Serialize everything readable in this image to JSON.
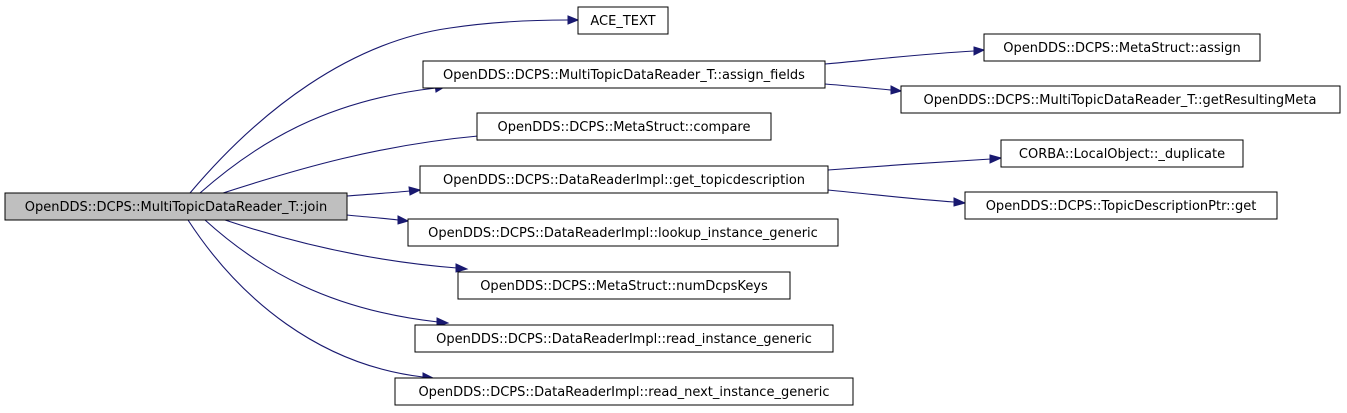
{
  "graph": {
    "edge_color": "#191970",
    "root_fill": "#bfbfbf",
    "node_fill": "#ffffff",
    "nodes": [
      {
        "id": "join",
        "label": "OpenDDS::DCPS::MultiTopicDataReader_T::join"
      },
      {
        "id": "ace_text",
        "label": "ACE_TEXT"
      },
      {
        "id": "assign_fields",
        "label": "OpenDDS::DCPS::MultiTopicDataReader_T::assign_fields"
      },
      {
        "id": "metastruct_assign",
        "label": "OpenDDS::DCPS::MetaStruct::assign"
      },
      {
        "id": "get_resulting_meta",
        "label": "OpenDDS::DCPS::MultiTopicDataReader_T::getResultingMeta"
      },
      {
        "id": "metastruct_compare",
        "label": "OpenDDS::DCPS::MetaStruct::compare"
      },
      {
        "id": "get_topicdescription",
        "label": "OpenDDS::DCPS::DataReaderImpl::get_topicdescription"
      },
      {
        "id": "local_object_duplicate",
        "label": "CORBA::LocalObject::_duplicate"
      },
      {
        "id": "topic_description_ptr_get",
        "label": "OpenDDS::DCPS::TopicDescriptionPtr::get"
      },
      {
        "id": "lookup_instance_generic",
        "label": "OpenDDS::DCPS::DataReaderImpl::lookup_instance_generic"
      },
      {
        "id": "num_dcps_keys",
        "label": "OpenDDS::DCPS::MetaStruct::numDcpsKeys"
      },
      {
        "id": "read_instance_generic",
        "label": "OpenDDS::DCPS::DataReaderImpl::read_instance_generic"
      },
      {
        "id": "read_next_instance_generic",
        "label": "OpenDDS::DCPS::DataReaderImpl::read_next_instance_generic"
      }
    ],
    "edges": [
      {
        "from": "join",
        "to": "ace_text"
      },
      {
        "from": "join",
        "to": "assign_fields"
      },
      {
        "from": "join",
        "to": "metastruct_compare"
      },
      {
        "from": "join",
        "to": "get_topicdescription"
      },
      {
        "from": "join",
        "to": "lookup_instance_generic"
      },
      {
        "from": "join",
        "to": "num_dcps_keys"
      },
      {
        "from": "join",
        "to": "read_instance_generic"
      },
      {
        "from": "join",
        "to": "read_next_instance_generic"
      },
      {
        "from": "assign_fields",
        "to": "metastruct_assign"
      },
      {
        "from": "assign_fields",
        "to": "get_resulting_meta"
      },
      {
        "from": "get_topicdescription",
        "to": "local_object_duplicate"
      },
      {
        "from": "get_topicdescription",
        "to": "topic_description_ptr_get"
      }
    ]
  }
}
